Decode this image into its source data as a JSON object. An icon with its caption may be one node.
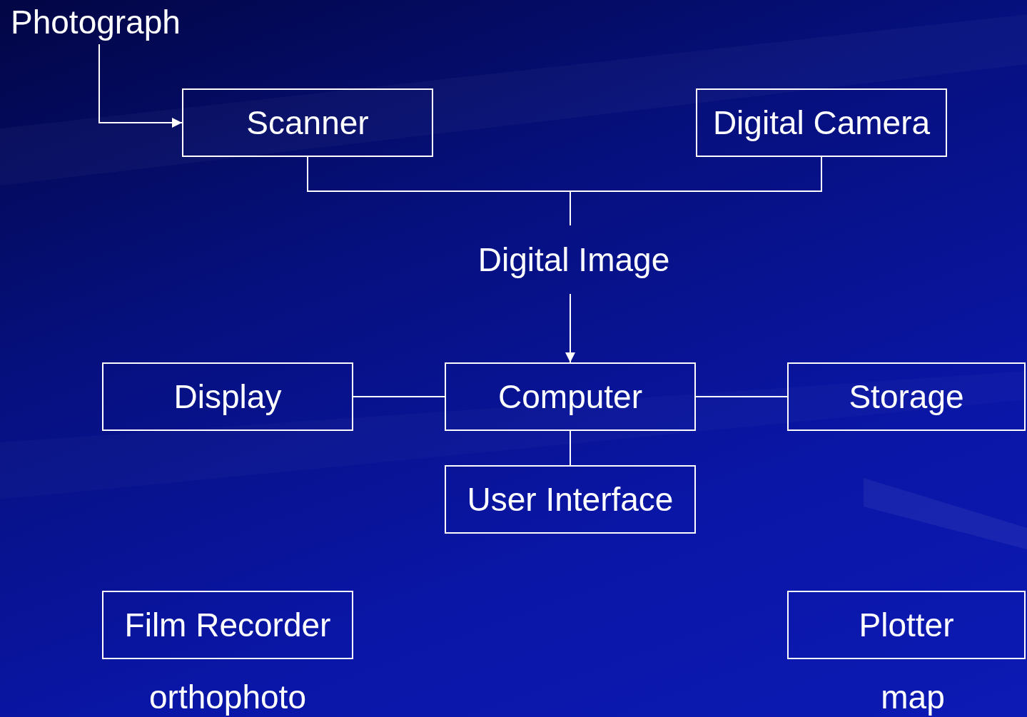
{
  "diagram": {
    "nodes": [
      {
        "text": [
          "Photograph"
        ]
      },
      {
        "text": [
          "Scanner"
        ]
      },
      {
        "text": [
          "Digital Camera"
        ]
      },
      {
        "text": [
          "Digital Image"
        ]
      },
      {
        "text": [
          "Display"
        ]
      },
      {
        "text": [
          "Computer"
        ]
      },
      {
        "text": [
          "Storage"
        ]
      },
      {
        "text": [
          "User Interface"
        ]
      },
      {
        "text": [
          "Film Recorder"
        ],
        "beside": [
          "orthophoto"
        ]
      },
      {
        "text": [
          "Plotter"
        ],
        "beside": [
          "map"
        ]
      }
    ],
    "edges": [
      {
        "from": 0,
        "to": 1,
        "arrow": "to"
      },
      {
        "from": 1,
        "to": 3,
        "arrow": "none"
      },
      {
        "from": 2,
        "to": 3,
        "arrow": "none"
      },
      {
        "from": 3,
        "to": 5,
        "arrow": "to"
      },
      {
        "from": 4,
        "to": 5,
        "arrow": "none"
      },
      {
        "from": 5,
        "to": 6,
        "arrow": "none"
      },
      {
        "from": 5,
        "to": 7,
        "arrow": "none"
      }
    ]
  }
}
